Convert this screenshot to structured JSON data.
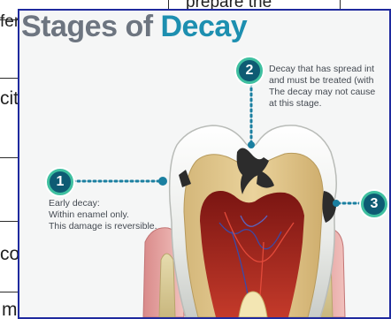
{
  "background_document": {
    "fragments": {
      "top_center": "prepare the",
      "top_left": "fer",
      "left_mid": "cit",
      "left_low": "co",
      "left_bottom": "m"
    }
  },
  "figure": {
    "title_part1": "Stages of",
    "title_part2": "Decay",
    "colors": {
      "title_gray": "#6d7580",
      "title_blue": "#1d8fb0",
      "badge_fill": "#0e5b73",
      "badge_ring": "#3fc0a0",
      "dotted_line": "#1a7fa0",
      "frame_border": "#1f2a9e"
    },
    "stages": [
      {
        "number": "1",
        "lines": [
          "Early decay:",
          "Within enamel only.",
          "This damage is reversible."
        ]
      },
      {
        "number": "2",
        "lines": [
          "Decay that has spread int",
          "and must be treated (with",
          "The decay may not cause",
          "at this stage."
        ]
      },
      {
        "number": "3",
        "lines": []
      }
    ]
  }
}
